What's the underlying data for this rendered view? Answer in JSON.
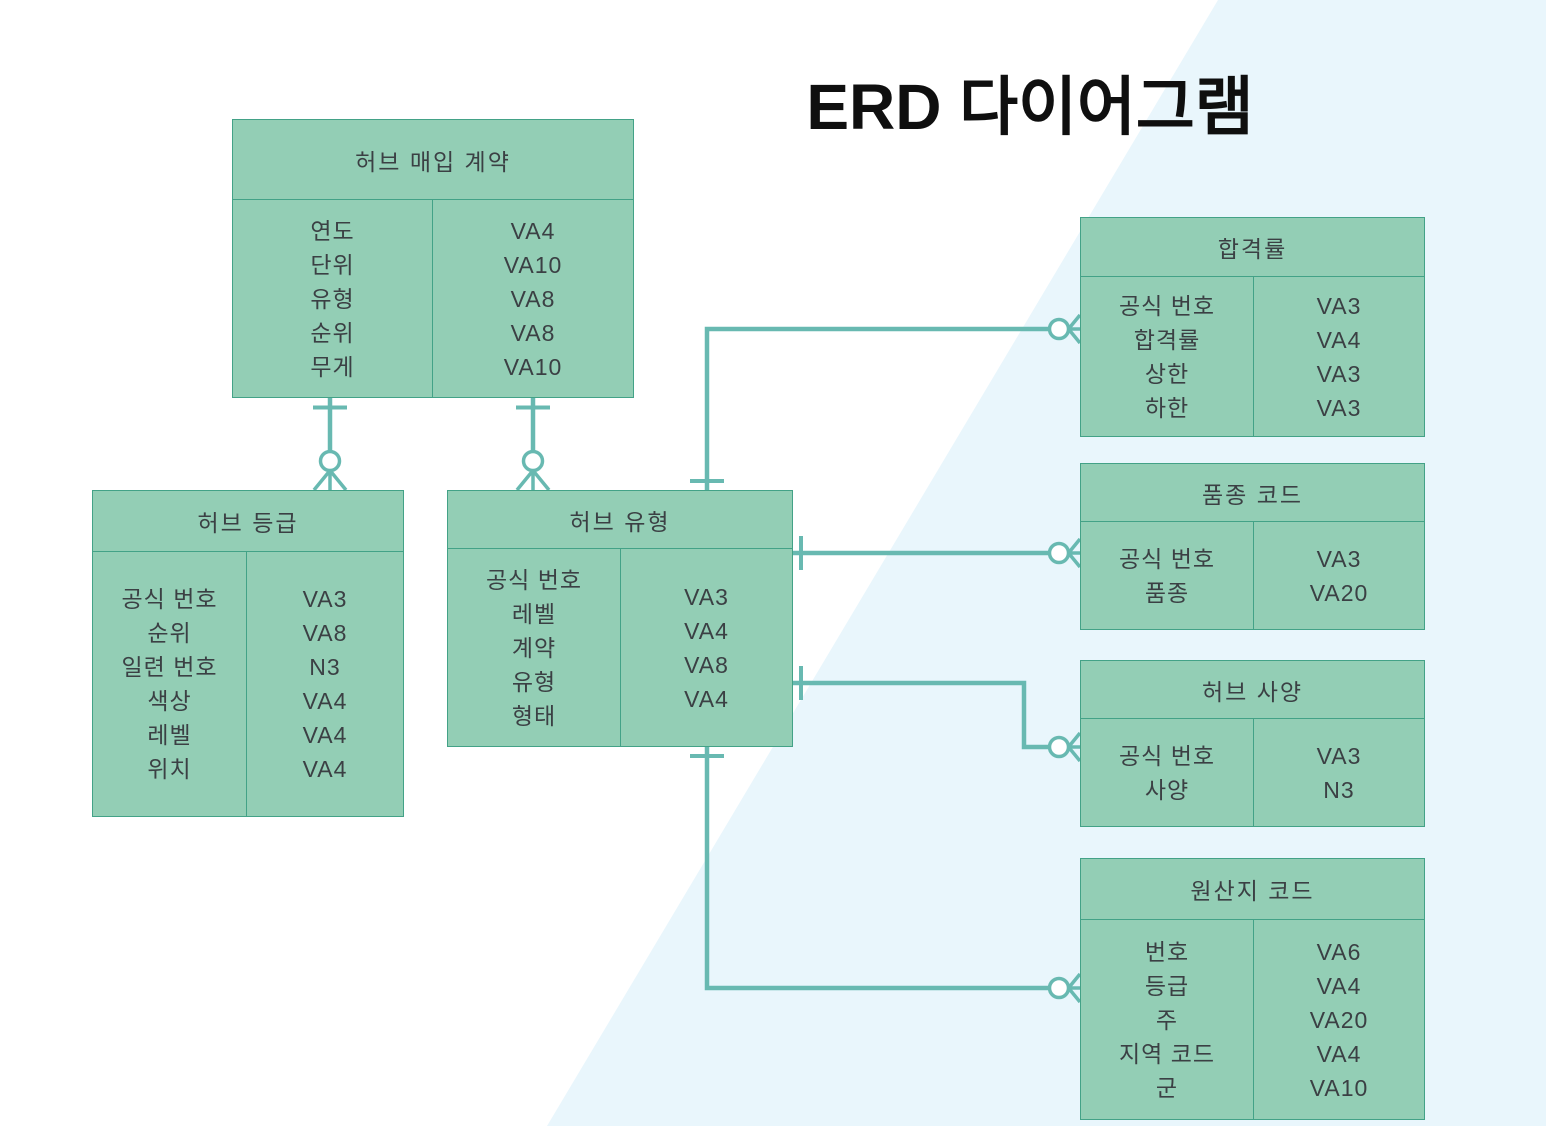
{
  "title": "ERD 다이어그램",
  "colors": {
    "entity_fill": "#93ceb5",
    "entity_border": "#43a287",
    "connector": "#68b9b1",
    "text": "#3b4044",
    "title_text": "#0f0f0f",
    "background_accent": "#e9f6fc",
    "marker_fill": "#ffffff"
  },
  "entities": [
    {
      "id": "herb-purchase-contract",
      "title": "허브 매입 계약",
      "fields": [
        "연도",
        "단위",
        "유형",
        "순위",
        "무게"
      ],
      "types": [
        "VA4",
        "VA10",
        "VA8",
        "VA8",
        "VA10"
      ]
    },
    {
      "id": "herb-grade",
      "title": "허브 등급",
      "fields": [
        "공식 번호",
        "순위",
        "일련 번호",
        "색상",
        "레벨",
        "위치"
      ],
      "types": [
        "VA3",
        "VA8",
        "N3",
        "VA4",
        "VA4",
        "VA4"
      ]
    },
    {
      "id": "herb-type",
      "title": "허브 유형",
      "fields": [
        "공식 번호",
        "레벨",
        "계약",
        "유형",
        "형태"
      ],
      "types": [
        "VA3",
        "VA4",
        "VA8",
        "VA4"
      ]
    },
    {
      "id": "pass-rate",
      "title": "합격률",
      "fields": [
        "공식 번호",
        "합격률",
        "상한",
        "하한"
      ],
      "types": [
        "VA3",
        "VA4",
        "VA3",
        "VA3"
      ]
    },
    {
      "id": "variety-code",
      "title": "품종 코드",
      "fields": [
        "공식 번호",
        "품종"
      ],
      "types": [
        "VA3",
        "VA20"
      ]
    },
    {
      "id": "herb-spec",
      "title": "허브 사양",
      "fields": [
        "공식 번호",
        "사양"
      ],
      "types": [
        "VA3",
        "N3"
      ]
    },
    {
      "id": "origin-code",
      "title": "원산지 코드",
      "fields": [
        "번호",
        "등급",
        "주",
        "지역 코드",
        "군"
      ],
      "types": [
        "VA6",
        "VA4",
        "VA20",
        "VA4",
        "VA10"
      ]
    }
  ],
  "relationships": [
    {
      "from": "허브 매입 계약",
      "to": "허브 등급",
      "from_cardinality": "one",
      "to_cardinality": "zero-or-many"
    },
    {
      "from": "허브 매입 계약",
      "to": "허브 유형",
      "from_cardinality": "one",
      "to_cardinality": "zero-or-many"
    },
    {
      "from": "허브 유형",
      "to": "합격률",
      "from_cardinality": "one",
      "to_cardinality": "zero-or-many"
    },
    {
      "from": "허브 유형",
      "to": "품종 코드",
      "from_cardinality": "one",
      "to_cardinality": "zero-or-many"
    },
    {
      "from": "허브 유형",
      "to": "허브 사양",
      "from_cardinality": "one",
      "to_cardinality": "zero-or-many"
    },
    {
      "from": "허브 유형",
      "to": "원산지 코드",
      "from_cardinality": "one",
      "to_cardinality": "zero-or-many"
    }
  ]
}
